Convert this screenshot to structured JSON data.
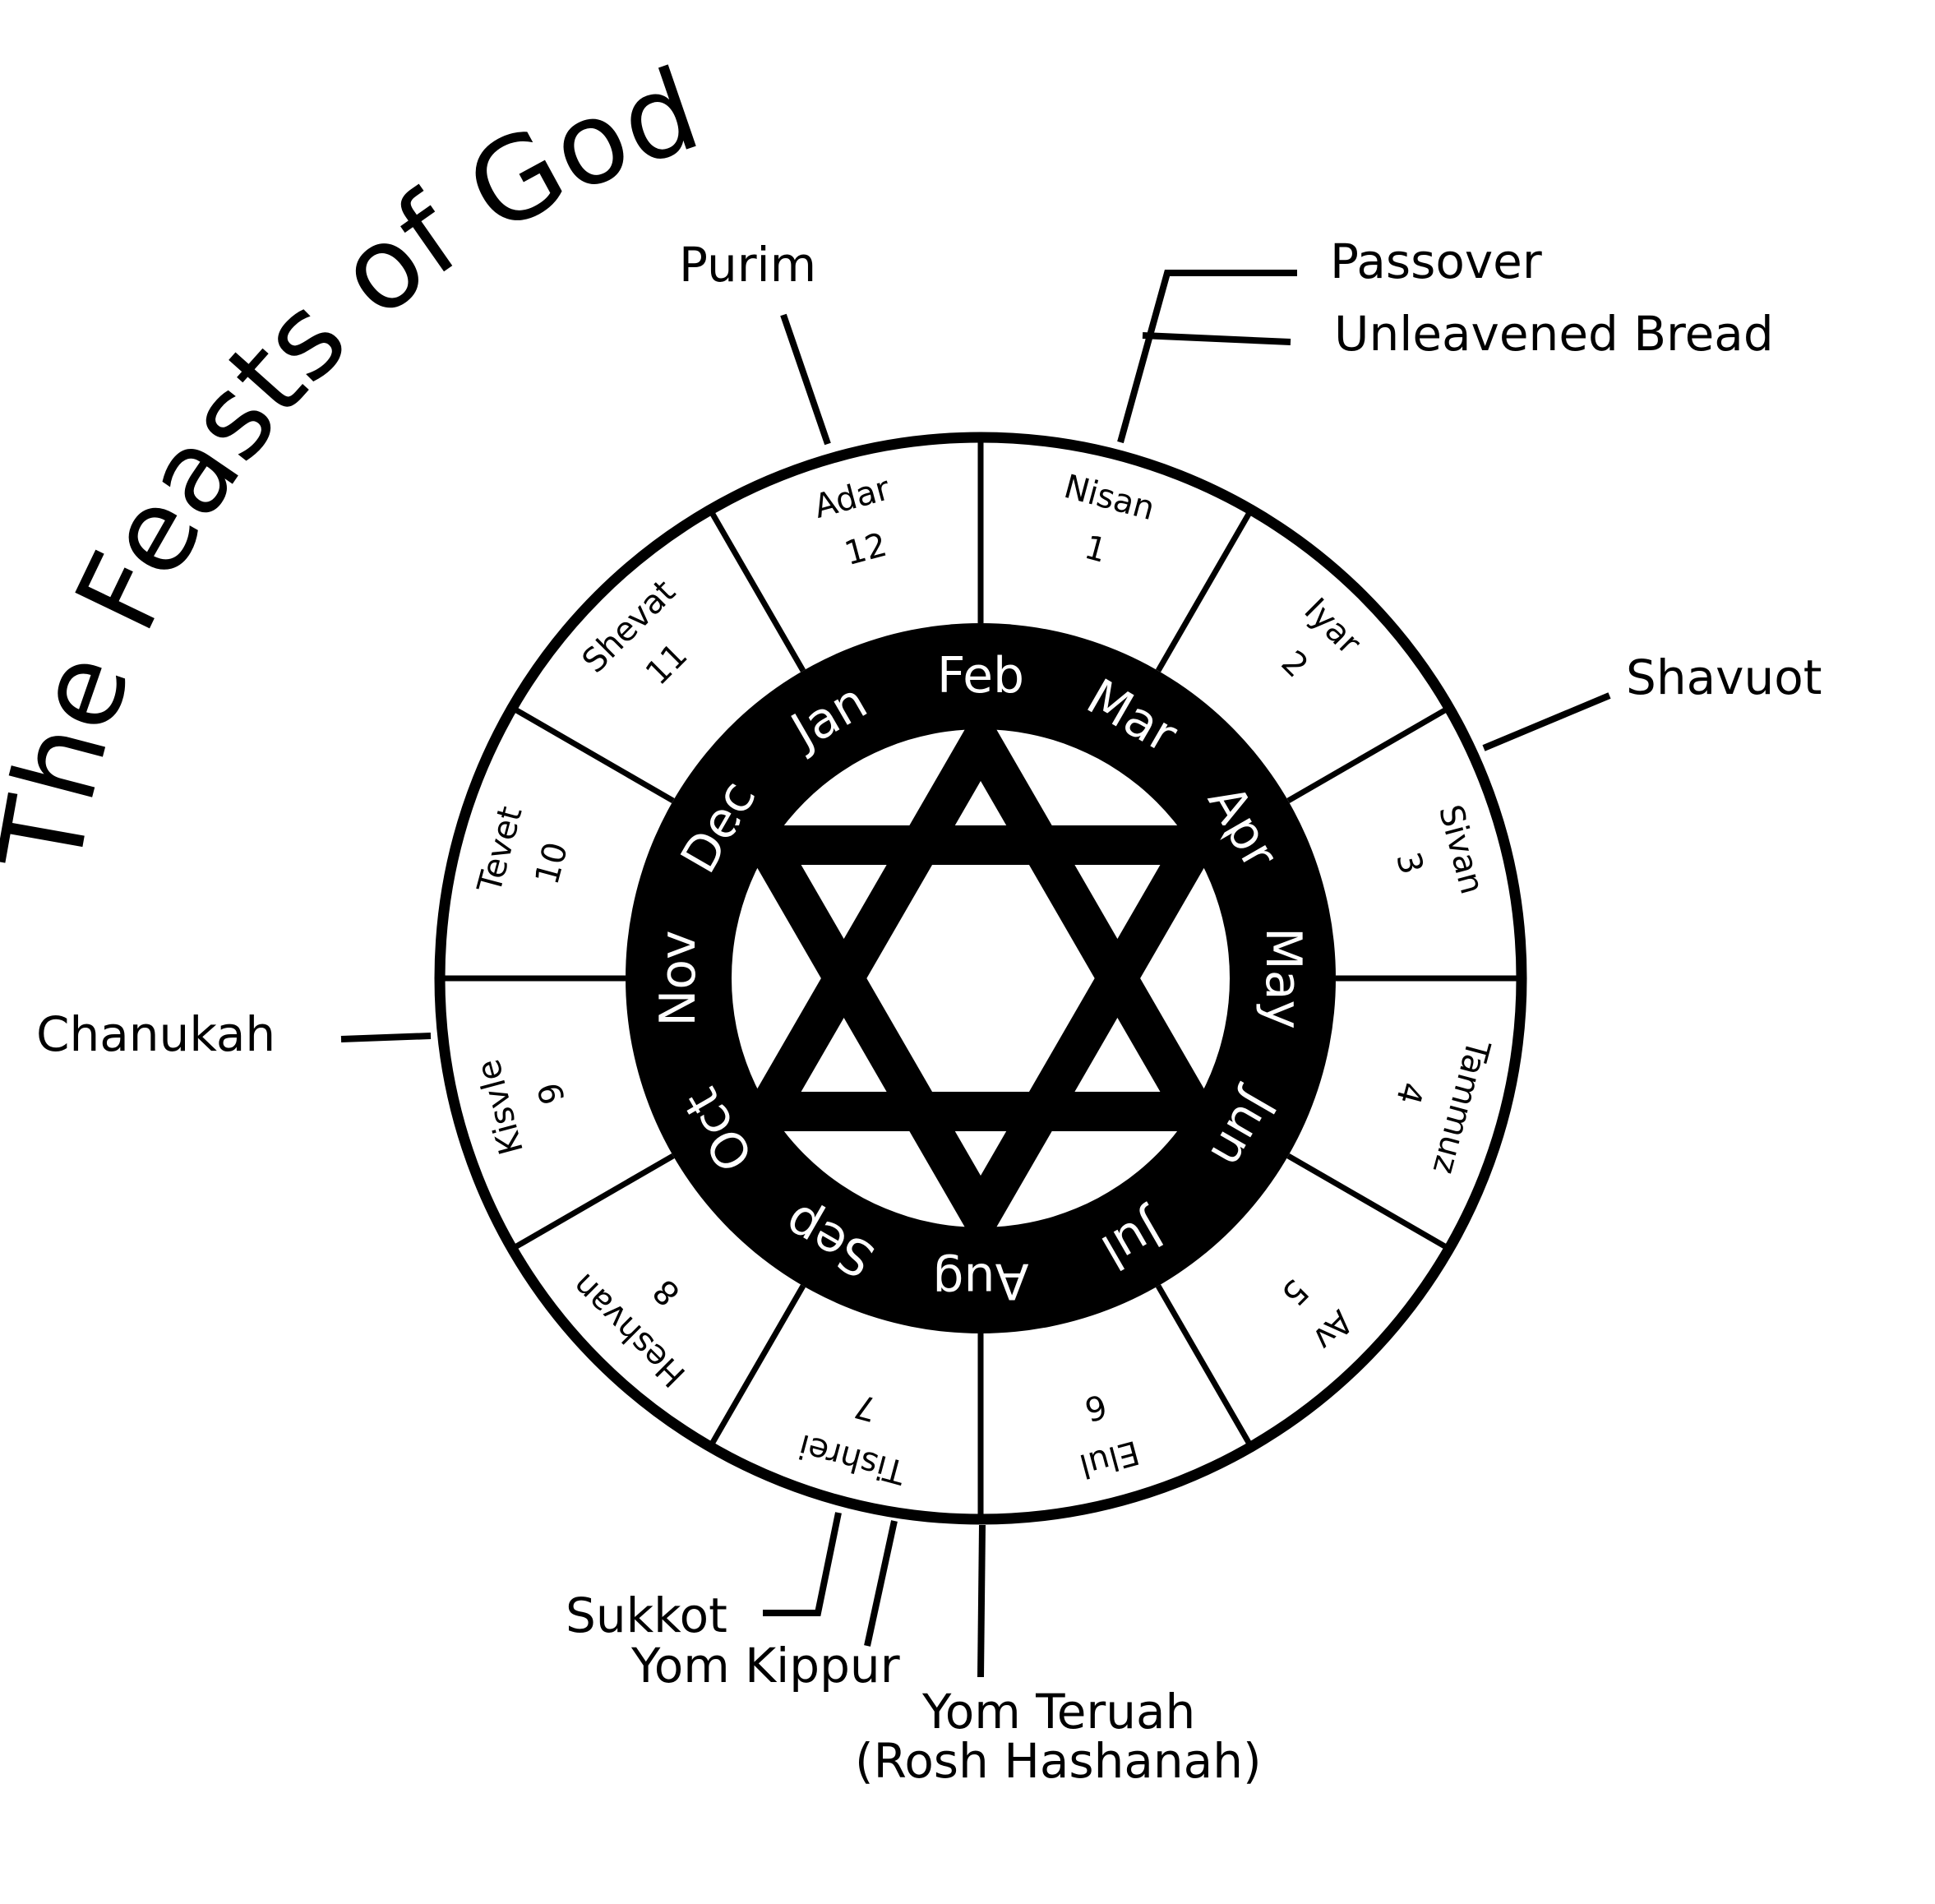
{
  "title": "The Feasts of God",
  "hebrew_months": [
    {
      "name": "Nisan",
      "number": "1"
    },
    {
      "name": "Iyar",
      "number": "2"
    },
    {
      "name": "Sivan",
      "number": "3"
    },
    {
      "name": "Tammuz",
      "number": "4"
    },
    {
      "name": "Av",
      "number": "5"
    },
    {
      "name": "Elul",
      "number": "6"
    },
    {
      "name": "Tishrei",
      "number": "7"
    },
    {
      "name": "Heshvan",
      "number": "8"
    },
    {
      "name": "Kisvle",
      "number": "9"
    },
    {
      "name": "Tevet",
      "number": "10"
    },
    {
      "name": "Shevat",
      "number": "11"
    },
    {
      "name": "Adar",
      "number": "12"
    }
  ],
  "gregorian_months": [
    "Feb",
    "Mar",
    "Apr",
    "May",
    "Jun",
    "Jul",
    "Aug",
    "Sep",
    "Oct",
    "Nov",
    "Dec",
    "Jan"
  ],
  "feasts": {
    "purim": "Purim",
    "passover": "Passover",
    "unleavened_bread": "Unleavened Bread",
    "shavuot": "Shavuot",
    "chanukah": "Chanukah",
    "sukkot": "Sukkot",
    "yom_kippur": "Yom Kippur",
    "yom_teruah": "Yom Teruah",
    "rosh_hashanah": "(Rosh Hashanah)"
  },
  "colors": {
    "ink": "#000000",
    "paper": "#ffffff"
  },
  "center_icon": "star-of-david-icon"
}
